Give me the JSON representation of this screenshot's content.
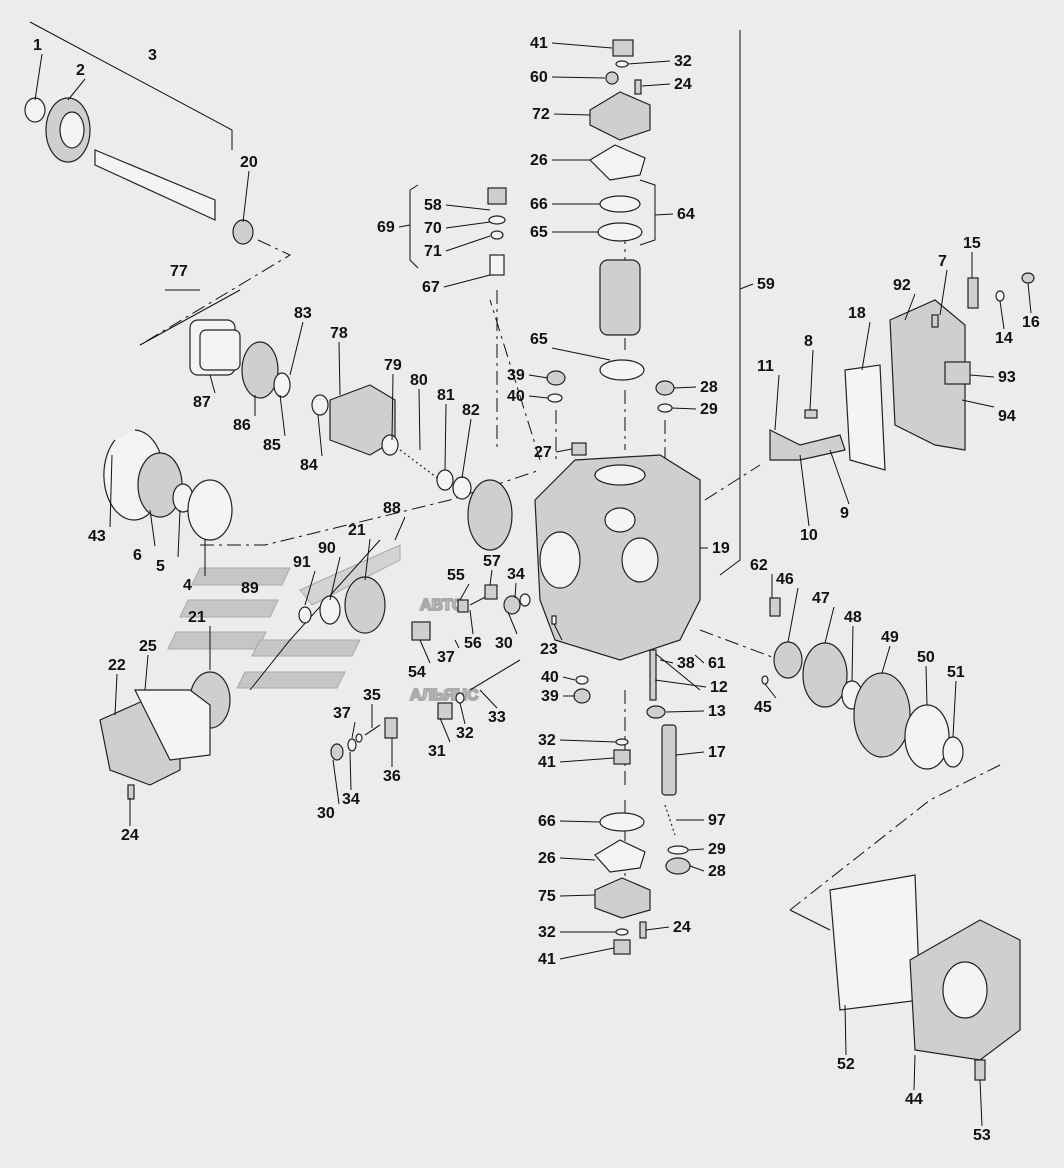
{
  "diagram": {
    "watermark": {
      "line1": "АВТО",
      "line2": "АЛЬЯНС"
    },
    "callouts": [
      "1",
      "2",
      "3",
      "20",
      "77",
      "83",
      "78",
      "87",
      "86",
      "85",
      "84",
      "79",
      "80",
      "81",
      "82",
      "43",
      "6",
      "5",
      "4",
      "21",
      "88",
      "91",
      "90",
      "89",
      "21",
      "25",
      "22",
      "24",
      "35",
      "37",
      "36",
      "34",
      "30",
      "58",
      "70",
      "71",
      "67",
      "69",
      "41",
      "32",
      "60",
      "24",
      "72",
      "26",
      "66",
      "65",
      "64",
      "59",
      "65",
      "39",
      "40",
      "28",
      "29",
      "27",
      "19",
      "57",
      "55",
      "56",
      "34",
      "30",
      "54",
      "37",
      "33",
      "31",
      "32",
      "23",
      "40",
      "39",
      "38",
      "61",
      "12",
      "13",
      "17",
      "97",
      "29",
      "28",
      "66",
      "26",
      "75",
      "32",
      "24",
      "41",
      "32",
      "41",
      "62",
      "46",
      "47",
      "48",
      "49",
      "50",
      "51",
      "45",
      "11",
      "8",
      "10",
      "9",
      "18",
      "92",
      "7",
      "15",
      "14",
      "16",
      "93",
      "94",
      "52",
      "44",
      "53"
    ]
  }
}
